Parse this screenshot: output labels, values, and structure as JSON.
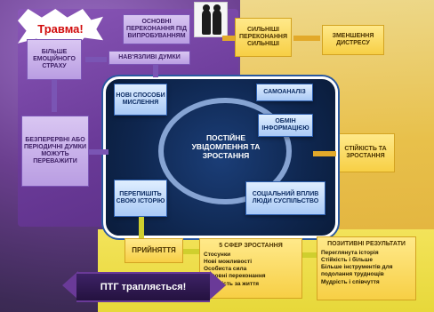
{
  "trauma_label": "Травма!",
  "boxes": {
    "basic_beliefs": "ОСНОВНІ ПЕРЕКОНАННЯ ПІД ВИПРОБУВАННЯМ",
    "intrusive_thoughts": "НАВ'ЯЗЛИВІ ДУМКИ",
    "more_fear": "БІЛЬШЕ ЕМОЦІЙНОГО СТРАХУ",
    "persistent_thoughts": "БЕЗПЕРЕРВНІ АБО ПЕРІОДИЧНІ ДУМКИ МОЖУТЬ ПЕРЕВАЖИТИ",
    "stronger_beliefs": "СИЛЬНІШІ ПЕРЕКОНАННЯ СИЛЬНІШІ",
    "reduce_distress": "ЗМЕНШЕННЯ ДИСТРЕСУ",
    "resilience_growth": "СТІЙКІСТЬ ТА ЗРОСТАННЯ",
    "new_ways": "НОВІ СПОСОБИ МИСЛЕННЯ",
    "self_analysis": "САМОАНАЛІЗ",
    "info_exchange": "ОБМІН ІНФОРМАЦІЄЮ",
    "center_title": "ПОСТІЙНЕ УВІДОМЛЕННЯ ТА ЗРОСТАННЯ",
    "rewrite_story": "ПЕРЕПИШІТЬ СВОЮ ІСТОРІЮ",
    "social_influence": "СОЦІАЛЬНИЙ ВПЛИВ ЛЮДИ СУСПІЛЬСТВО",
    "acceptance": "ПРИЙНЯТТЯ",
    "spheres_title": "5 СФЕР ЗРОСТАННЯ",
    "positive_title": "ПОЗИТИВНІ РЕЗУЛЬТАТИ",
    "ptg": "ПТГ трапляється!"
  },
  "spheres": [
    "Стосунки",
    "Нові можливості",
    "Особиста сила",
    "Основні переконання",
    "Вдячність за життя"
  ],
  "positive_results": [
    "Переглянута історія",
    "Стійкість і більше",
    "Більше інструментів для подолання труднощів",
    "Мудрість і співчуття"
  ],
  "colors": {
    "purple_panel": "#6a3a98",
    "yellow_panel": "#f1c84a",
    "dark_blue": "#0f2750",
    "accent_red": "#d10c0c"
  }
}
